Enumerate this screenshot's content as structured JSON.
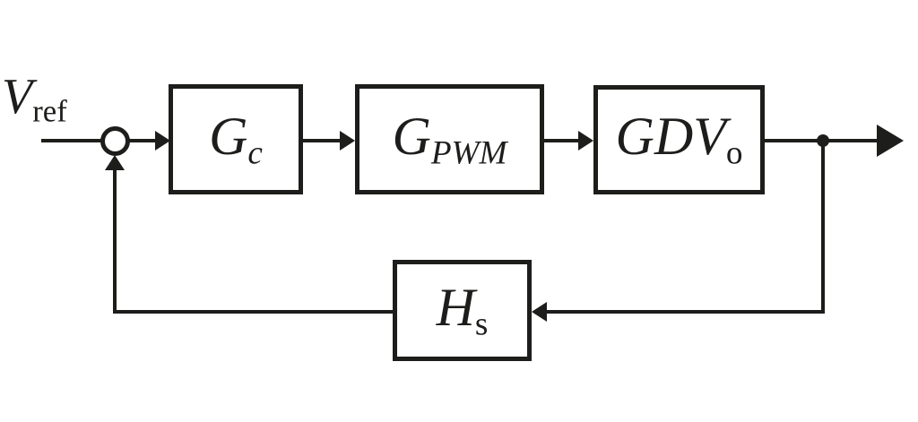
{
  "diagram": {
    "type": "feedback-control-block-diagram",
    "colors": {
      "line": "#1d1d1b",
      "background": "#ffffff"
    },
    "input_label": {
      "main": "V",
      "sub": "ref"
    },
    "blocks": {
      "gc": {
        "main": "G",
        "sub": "c"
      },
      "gpwm": {
        "main": "G",
        "sub": "PWM"
      },
      "gdvo": {
        "main": "GDV",
        "sub": "o"
      },
      "hs": {
        "main": "H",
        "sub": "s"
      }
    }
  }
}
